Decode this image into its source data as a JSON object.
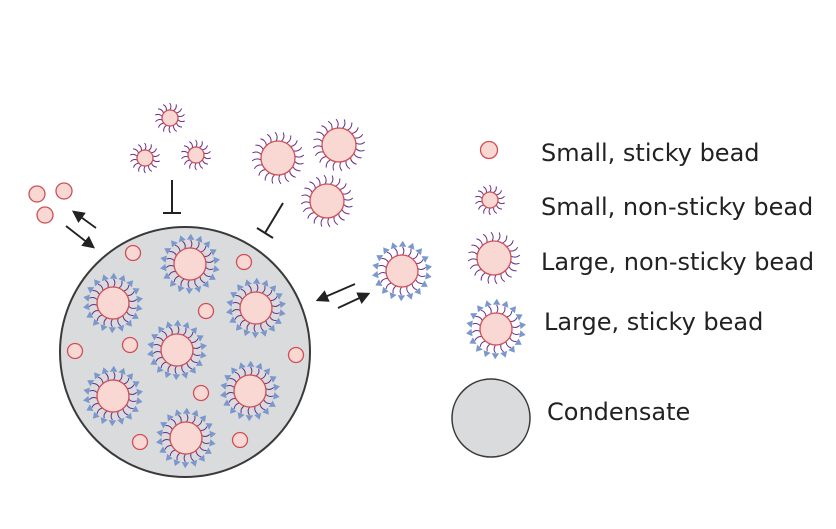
{
  "colors": {
    "bead_fill": "#f9d8d4",
    "bead_stroke": "#cf4f55",
    "hair": "#6a2f8a",
    "sticky_hair": "#7a98cc",
    "condensate_fill": "#dadbdc",
    "condensate_stroke": "#3a3a3a",
    "arrow": "#222222"
  },
  "legend": [
    {
      "id": "small-sticky",
      "label": "Small, sticky bead"
    },
    {
      "id": "small-nonsticky",
      "label": "Small, non-sticky bead"
    },
    {
      "id": "large-nonsticky",
      "label": "Large, non-sticky bead"
    },
    {
      "id": "large-sticky",
      "label": "Large, sticky bead"
    },
    {
      "id": "condensate",
      "label": "Condensate"
    }
  ],
  "icons": {
    "exchange": "double-arrow-icon",
    "inhibit": "t-bar-icon"
  }
}
